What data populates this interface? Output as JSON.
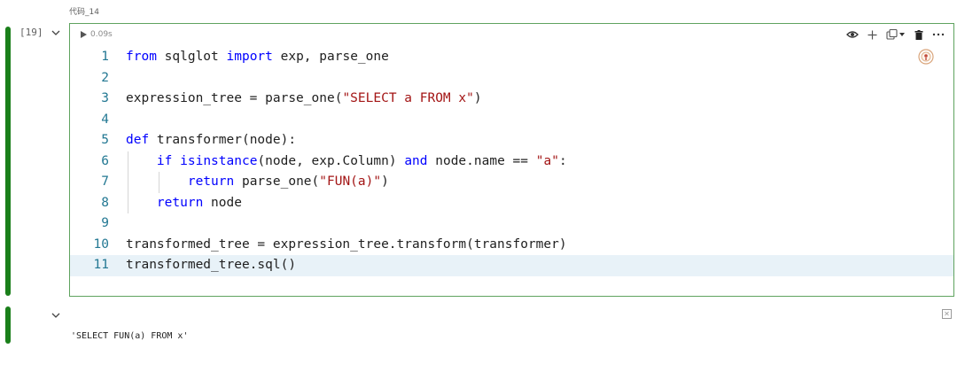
{
  "cell": {
    "title": "代码_14",
    "exec_count": "[19]",
    "duration": "0.09s"
  },
  "code_lines": [
    {
      "num": "1",
      "tokens": [
        {
          "t": "from",
          "c": "kw"
        },
        {
          "t": " sqlglot ",
          "c": ""
        },
        {
          "t": "import",
          "c": "kw"
        },
        {
          "t": " exp, parse_one",
          "c": ""
        }
      ]
    },
    {
      "num": "2",
      "tokens": []
    },
    {
      "num": "3",
      "tokens": [
        {
          "t": "expression_tree = parse_one(",
          "c": ""
        },
        {
          "t": "\"SELECT a FROM x\"",
          "c": "str"
        },
        {
          "t": ")",
          "c": ""
        }
      ]
    },
    {
      "num": "4",
      "tokens": []
    },
    {
      "num": "5",
      "tokens": [
        {
          "t": "def",
          "c": "kw"
        },
        {
          "t": " transformer(node):",
          "c": ""
        }
      ]
    },
    {
      "num": "6",
      "tokens": [
        {
          "t": "    ",
          "c": ""
        },
        {
          "t": "if",
          "c": "kw"
        },
        {
          "t": " ",
          "c": ""
        },
        {
          "t": "isinstance",
          "c": "kw"
        },
        {
          "t": "(node, exp.Column) ",
          "c": ""
        },
        {
          "t": "and",
          "c": "kw"
        },
        {
          "t": " node.name == ",
          "c": ""
        },
        {
          "t": "\"a\"",
          "c": "str"
        },
        {
          "t": ":",
          "c": ""
        }
      ],
      "guides": 1
    },
    {
      "num": "7",
      "tokens": [
        {
          "t": "        ",
          "c": ""
        },
        {
          "t": "return",
          "c": "kw"
        },
        {
          "t": " parse_one(",
          "c": ""
        },
        {
          "t": "\"FUN(a)\"",
          "c": "str"
        },
        {
          "t": ")",
          "c": ""
        }
      ],
      "guides": 2
    },
    {
      "num": "8",
      "tokens": [
        {
          "t": "    ",
          "c": ""
        },
        {
          "t": "return",
          "c": "kw"
        },
        {
          "t": " node",
          "c": ""
        }
      ],
      "guides": 1
    },
    {
      "num": "9",
      "tokens": []
    },
    {
      "num": "10",
      "tokens": [
        {
          "t": "transformed_tree = expression_tree.transform(transformer)",
          "c": ""
        }
      ]
    },
    {
      "num": "11",
      "tokens": [
        {
          "t": "transformed_tree.sql()",
          "c": ""
        }
      ],
      "current": true
    }
  ],
  "output": {
    "text": "'SELECT FUN(a) FROM x'"
  }
}
